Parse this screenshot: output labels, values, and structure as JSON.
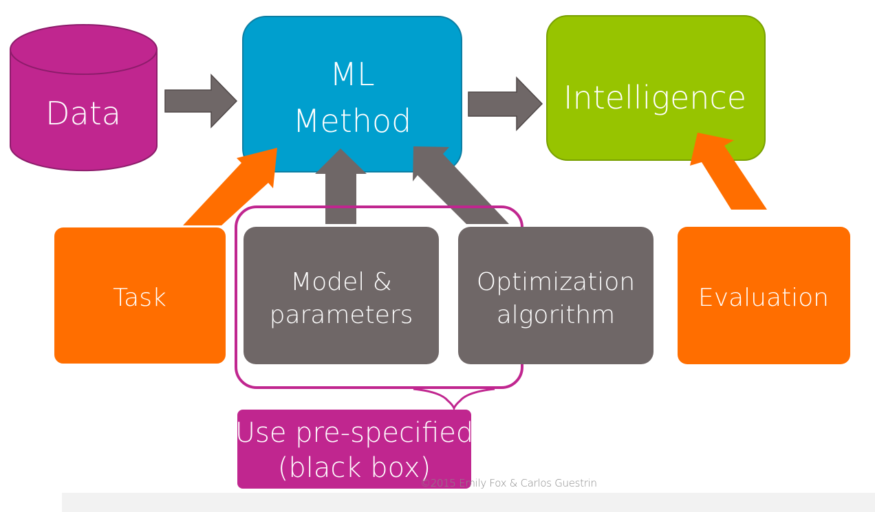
{
  "diagram": {
    "nodes": {
      "data": {
        "label": "Data"
      },
      "ml_method": {
        "line1": "ML",
        "line2": "Method"
      },
      "intelligence": {
        "label": "Intelligence"
      },
      "task": {
        "label": "Task"
      },
      "model": {
        "line1": "Model &",
        "line2": "parameters"
      },
      "optimization": {
        "line1": "Optimization",
        "line2": "algorithm"
      },
      "evaluation": {
        "label": "Evaluation"
      }
    },
    "callout": {
      "line1": "Use pre-specified",
      "line2": "(black box)"
    },
    "edges": [
      {
        "from": "Data",
        "to": "ML Method"
      },
      {
        "from": "ML Method",
        "to": "Intelligence"
      },
      {
        "from": "Task",
        "to": "ML Method"
      },
      {
        "from": "Model & parameters",
        "to": "ML Method"
      },
      {
        "from": "Optimization algorithm",
        "to": "ML Method"
      },
      {
        "from": "Evaluation",
        "to": "Intelligence"
      }
    ],
    "colors": {
      "magenta": "#c0268f",
      "blue": "#009fce",
      "green": "#97c400",
      "orange": "#ff6e00",
      "gray": "#6f6767"
    }
  },
  "footer": {
    "copyright": "©2015 Emily Fox & Carlos Guestrin"
  }
}
